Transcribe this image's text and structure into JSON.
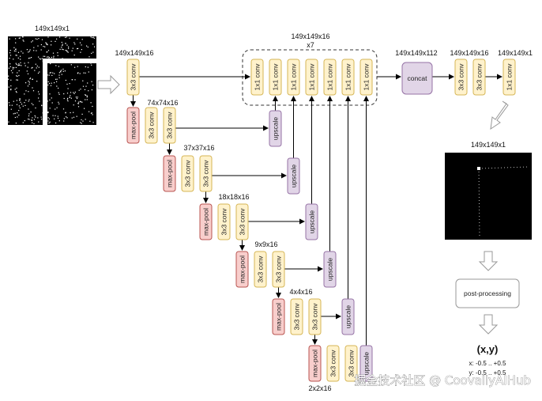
{
  "colors": {
    "conv_fill": "#fff2cc",
    "conv_stroke": "#d6b656",
    "pool_fill": "#f8cecc",
    "pool_stroke": "#b85450",
    "ups_fill": "#e1d5e7",
    "ups_stroke": "#9673a6",
    "arrow": "#000000"
  },
  "labels": {
    "input_size": "149x149x1",
    "level0": "149x149x16",
    "level1": "74x74x16",
    "level2": "37x37x16",
    "level3": "18x18x16",
    "level4": "9x9x16",
    "level5": "4x4x16",
    "level6": "2x2x16",
    "group_size": "149x149x16",
    "group_repeat": "x7",
    "concat_size": "149x149x112",
    "post_conv_size": "149x149x16",
    "output_size": "149x149x1",
    "heatmap_size": "149x149x1"
  },
  "nodes": {
    "conv3": "3x3 conv",
    "conv1": "1x1 conv",
    "maxpool": "max-pool",
    "upscale": "upscale",
    "concat": "concat",
    "postproc": "post-processing"
  },
  "result": {
    "xy": "(x,y)",
    "x_range": "x: -0.5 .. +0.5",
    "y_range": "y: -0.5 .. +0.5"
  },
  "watermark": "掘金技术社区 @ CoovallyAIHub"
}
